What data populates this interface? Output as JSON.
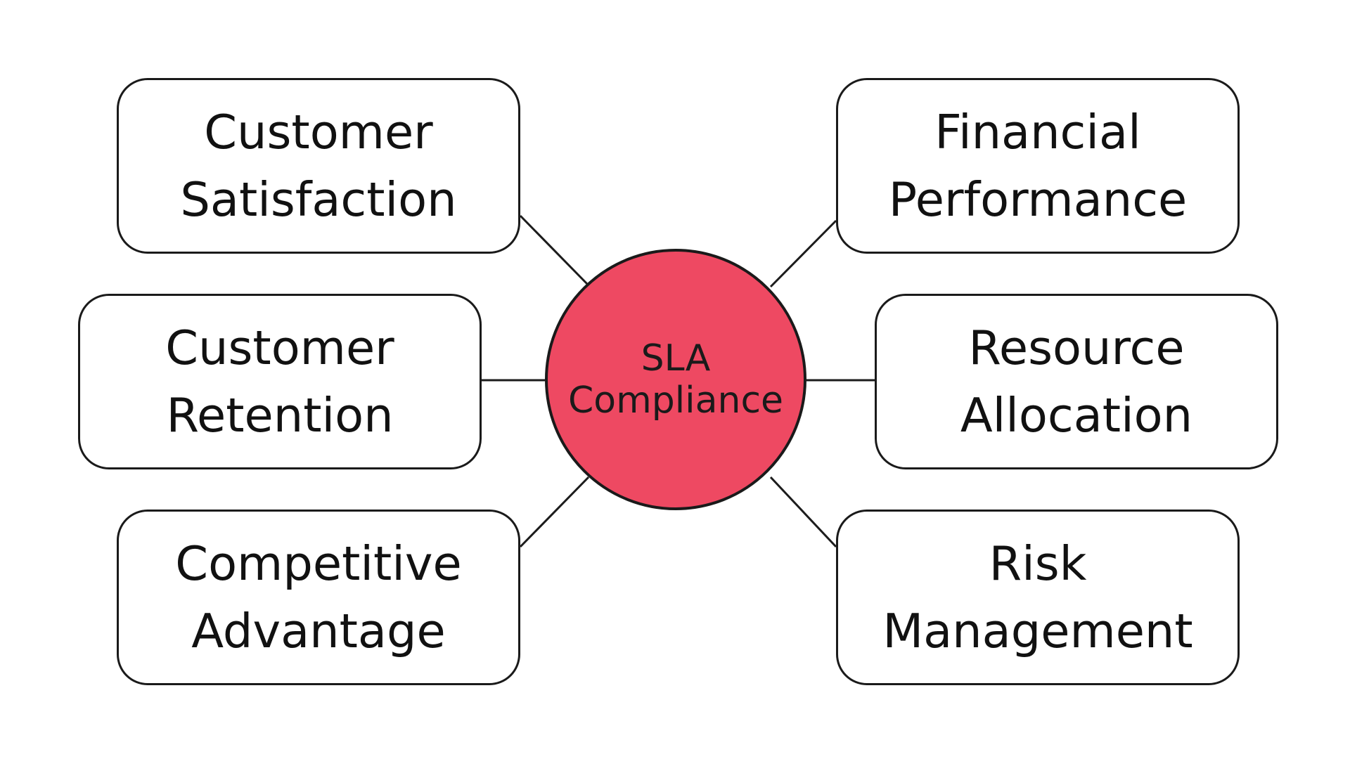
{
  "hub": {
    "line1": "SLA",
    "line2": "Compliance",
    "fill_color": "#ee4962",
    "border_color": "#1a1a1a"
  },
  "nodes": [
    {
      "line1": "Customer",
      "line2": "Satisfaction"
    },
    {
      "line1": "Customer",
      "line2": "Retention"
    },
    {
      "line1": "Competitive",
      "line2": "Advantage"
    },
    {
      "line1": "Financial",
      "line2": "Performance"
    },
    {
      "line1": "Resource",
      "line2": "Allocation"
    },
    {
      "line1": "Risk",
      "line2": "Management"
    }
  ],
  "colors": {
    "background": "#ffffff",
    "stroke": "#1a1a1a"
  }
}
